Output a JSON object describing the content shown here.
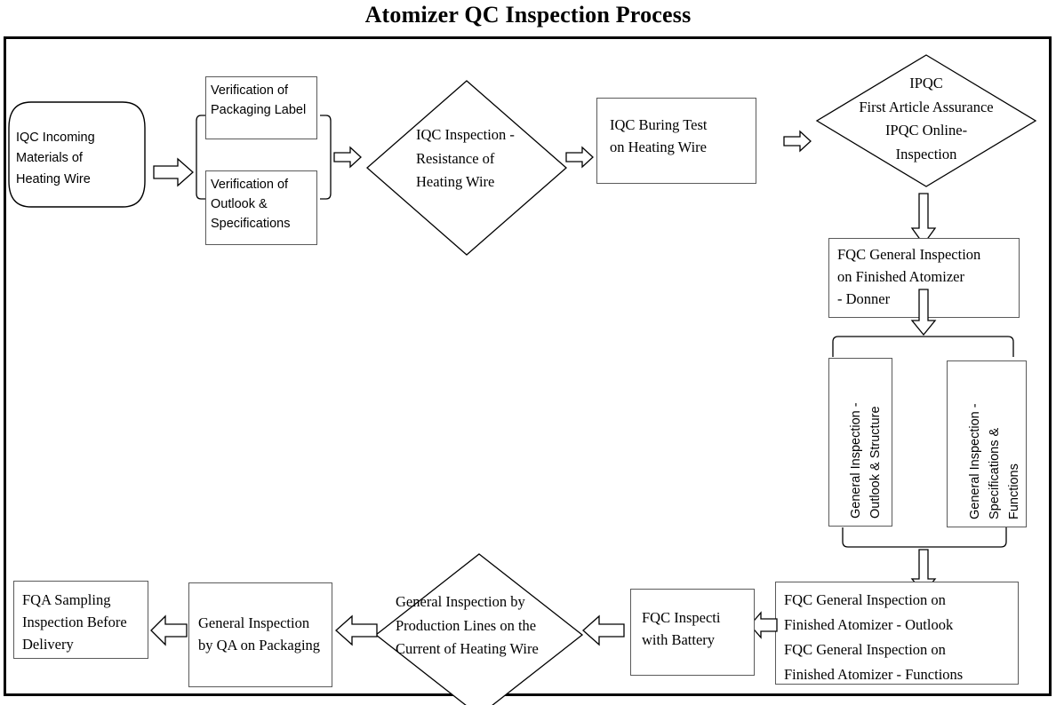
{
  "page": {
    "title": "Atomizer QC Inspection Process",
    "frame_border_color": "#000000",
    "shape_border_color": "#5a5a5a",
    "background": "#ffffff"
  },
  "nodes": {
    "iqc_incoming": {
      "shape": "cylinder",
      "lines": [
        "IQC Incoming",
        "Materials of",
        "Heating Wire"
      ]
    },
    "verify_packaging": {
      "shape": "rectangle",
      "lines": [
        "Verification of",
        "Packaging Label"
      ]
    },
    "verify_outlook": {
      "shape": "rectangle",
      "lines": [
        "Verification of",
        "Outlook &",
        "Specifications"
      ]
    },
    "iqc_resistance": {
      "shape": "diamond",
      "lines": [
        "IQC Inspection -",
        "Resistance of",
        "Heating Wire"
      ]
    },
    "iqc_burning": {
      "shape": "rectangle",
      "lines": [
        "IQC Buring Test",
        "on Heating Wire"
      ]
    },
    "ipqc": {
      "shape": "diamond",
      "lines": [
        "IPQC",
        "First Article Assurance",
        "IPQC Online-",
        "Inspection"
      ]
    },
    "fqc_donner": {
      "shape": "rectangle",
      "lines": [
        "FQC General Inspection",
        "on Finished Atomizer",
        "- Donner"
      ]
    },
    "gen_outlook_structure": {
      "shape": "rectangle-vertical-text",
      "lines": [
        "General Inspection -",
        "Outlook & Structure"
      ]
    },
    "gen_specs_functions": {
      "shape": "rectangle-vertical-text",
      "lines": [
        "General Inspection -",
        "Specifications &",
        "Functions"
      ]
    },
    "fqc_outlook_functions": {
      "shape": "rectangle",
      "lines": [
        "FQC General Inspection on",
        "Finished Atomizer - Outlook",
        "FQC General Inspection on",
        "Finished Atomizer - Functions"
      ]
    },
    "fqc_battery": {
      "shape": "rectangle",
      "lines": [
        "FQC Inspecti",
        "with Battery"
      ]
    },
    "general_production_lines": {
      "shape": "diamond",
      "lines": [
        "General Inspection by",
        "Production Lines on the",
        "Current of  Heating Wire"
      ]
    },
    "qa_packaging": {
      "shape": "rectangle",
      "lines": [
        "General Inspection",
        "by QA on Packaging"
      ]
    },
    "fqa_sampling": {
      "shape": "rectangle",
      "lines": [
        "FQA Sampling",
        "Inspection Before",
        "Delivery"
      ]
    }
  },
  "connectors": [
    {
      "name": "arrow-incoming-to-verify",
      "direction": "right"
    },
    {
      "name": "arrow-verify-to-resistance",
      "direction": "right"
    },
    {
      "name": "arrow-resistance-to-burning",
      "direction": "right"
    },
    {
      "name": "arrow-burning-to-ipqc",
      "direction": "right"
    },
    {
      "name": "arrow-ipqc-to-donner",
      "direction": "down"
    },
    {
      "name": "arrow-donner-to-split",
      "direction": "down"
    },
    {
      "name": "arrow-merge-to-fqc-outlook",
      "direction": "down"
    },
    {
      "name": "arrow-fqc-outlook-to-battery",
      "direction": "left"
    },
    {
      "name": "arrow-battery-to-production",
      "direction": "left"
    },
    {
      "name": "arrow-production-to-qa",
      "direction": "left"
    },
    {
      "name": "arrow-qa-to-fqa",
      "direction": "left"
    }
  ],
  "brackets": [
    {
      "name": "bracket-verify-left",
      "orientation": "left"
    },
    {
      "name": "bracket-verify-right",
      "orientation": "right"
    },
    {
      "name": "bracket-split-top",
      "orientation": "top"
    },
    {
      "name": "bracket-merge-bottom",
      "orientation": "bottom"
    }
  ]
}
